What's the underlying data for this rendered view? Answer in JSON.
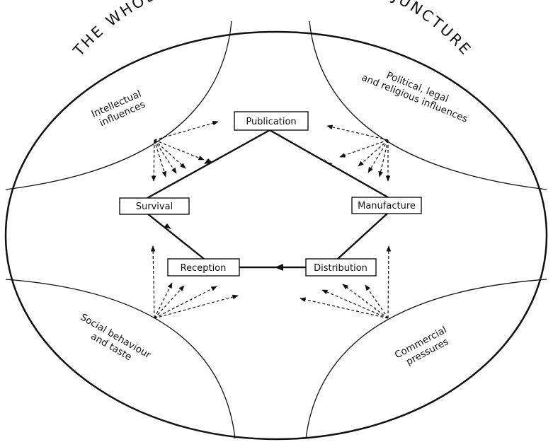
{
  "diagram": {
    "title": "THE WHOLE SOCIO - ECONOMIC CONJUNCTURE",
    "nodes": {
      "publication": "Publication",
      "manufacture": "Manufacture",
      "distribution": "Distribution",
      "reception": "Reception",
      "survival": "Survival"
    },
    "influences": {
      "intellectual": [
        "Intellectual",
        "influences"
      ],
      "political": [
        "Political, legal",
        "and religious influences"
      ],
      "social": [
        "Social behaviour",
        "and taste"
      ],
      "commercial": [
        "Commercial",
        "pressures"
      ]
    }
  }
}
